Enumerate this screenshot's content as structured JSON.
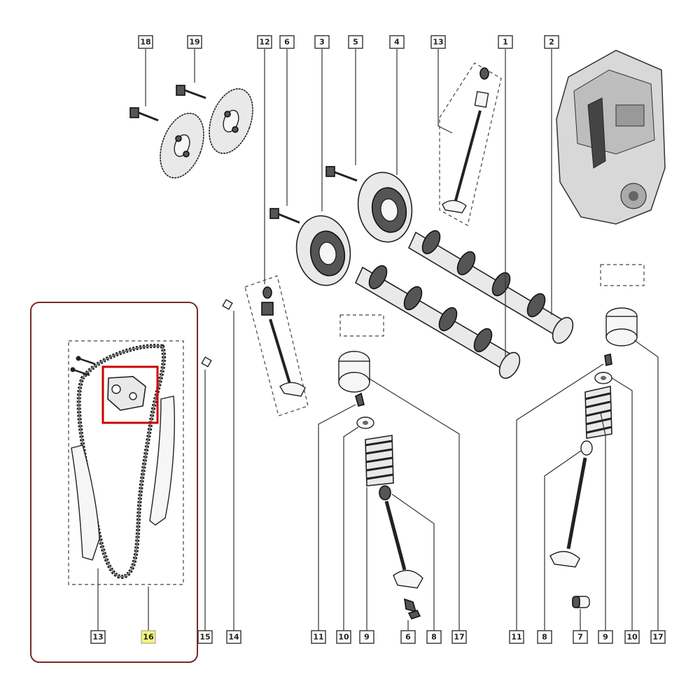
{
  "labels": {
    "l18a": "18",
    "l19a": "19",
    "l12": "12",
    "l6a": "6",
    "l3": "3",
    "l5": "5",
    "l4": "4",
    "l13a": "13",
    "l1": "1",
    "l2": "2",
    "l13b": "13",
    "l16": "16",
    "l15": "15",
    "l14": "14",
    "l11a": "11",
    "l10a": "10",
    "l9a": "9",
    "l6b": "6",
    "l8a": "8",
    "l17a": "17",
    "l11b": "11",
    "l8b": "8",
    "l7": "7",
    "l9b": "9",
    "l10b": "10",
    "l17b": "17"
  },
  "colors": {
    "selection_frame": "#7a2a2a",
    "highlight_box": "#cc0000",
    "highlight_label": "#f4f47a"
  }
}
